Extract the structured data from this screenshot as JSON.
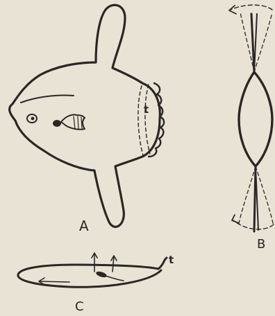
{
  "panels": {
    "a": {
      "label": "A"
    },
    "b": {
      "label": "B"
    },
    "c": {
      "label": "C"
    }
  },
  "marks": {
    "tail_a": "t",
    "tail_c": "t"
  },
  "colors": {
    "paper": "#e8e3d5",
    "ink": "#2a2623"
  }
}
